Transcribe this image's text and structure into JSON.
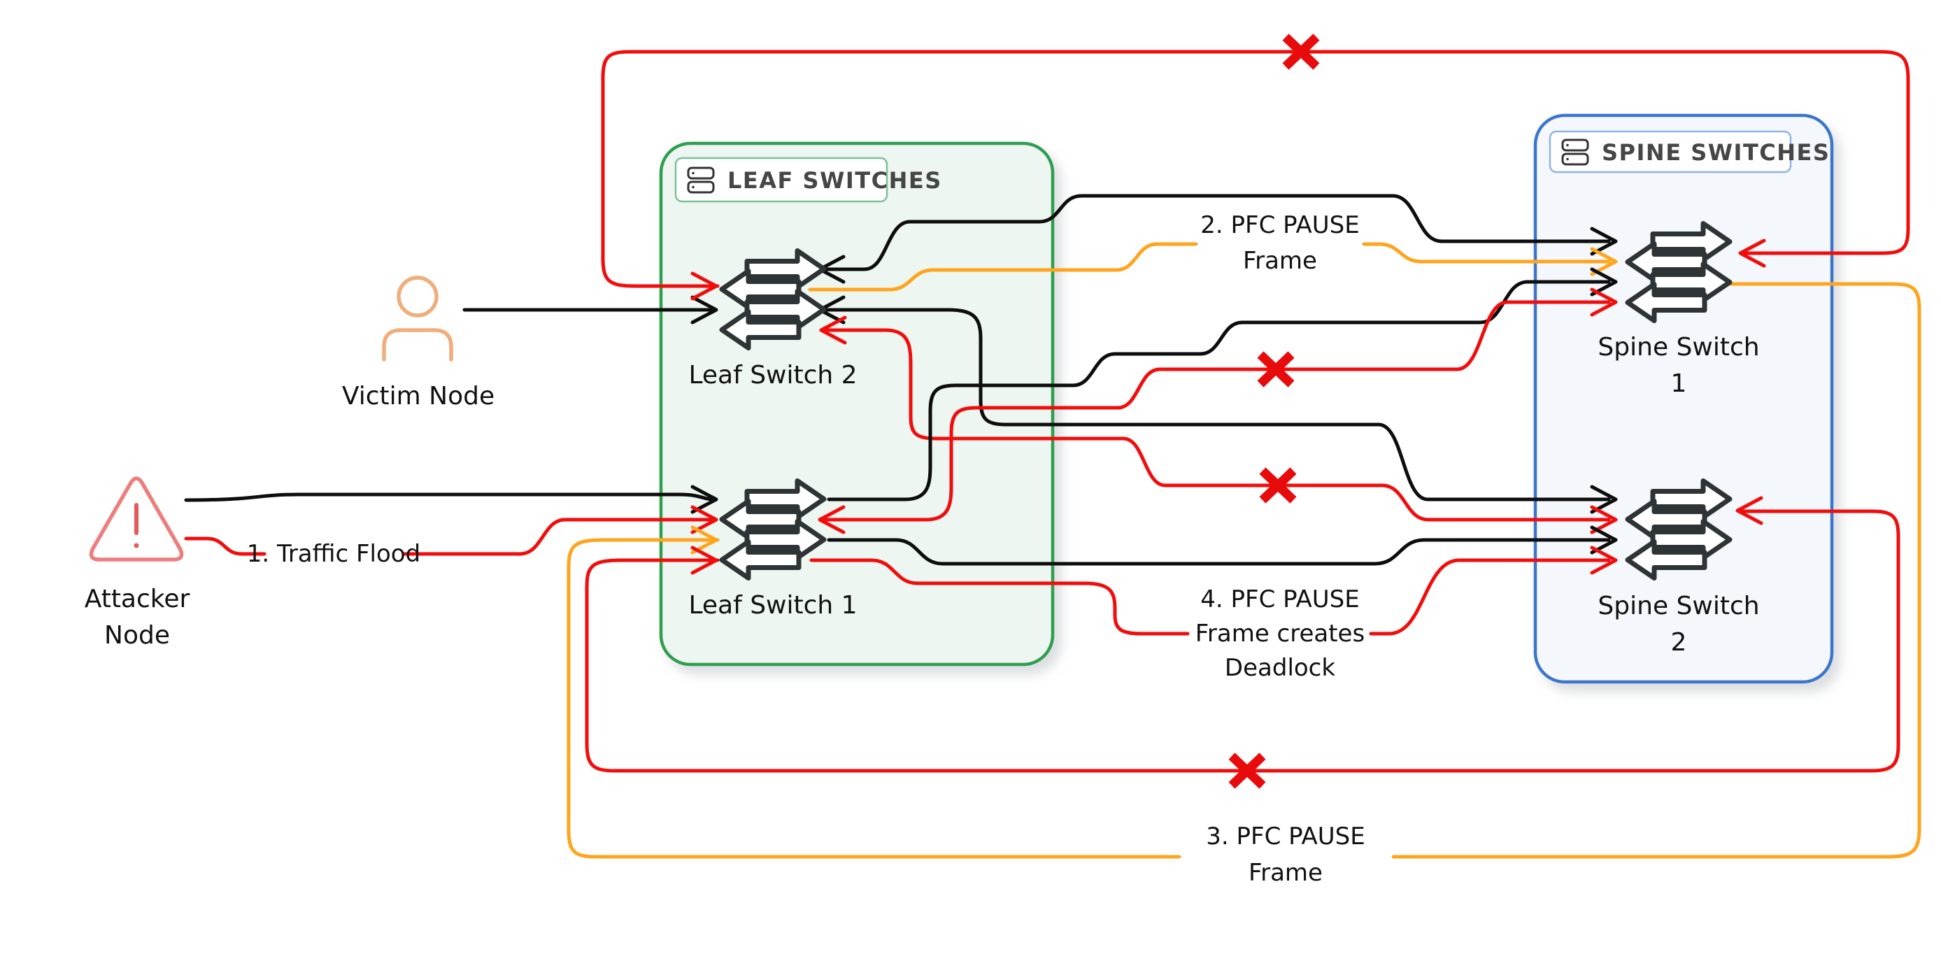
{
  "diagram_type": "network-topology",
  "nodes": {
    "attacker": {
      "icon": "warning-triangle-icon",
      "label_line1": "Attacker",
      "label_line2": "Node"
    },
    "victim": {
      "icon": "person-icon",
      "label": "Victim Node"
    }
  },
  "groups": {
    "leaf": {
      "header": "LEAF SWITCHES",
      "icon": "server-stack-icon",
      "switch2": {
        "label": "Leaf Switch 2"
      },
      "switch1": {
        "label": "Leaf Switch 1"
      }
    },
    "spine": {
      "header": "SPINE SWITCHES",
      "icon": "server-stack-icon",
      "switch1": {
        "label_line1": "Spine Switch",
        "label_line2": "1"
      },
      "switch2": {
        "label_line1": "Spine Switch",
        "label_line2": "2"
      }
    }
  },
  "edge_labels": {
    "traffic_flood": "1. Traffic Flood",
    "pfc2": {
      "line1": "2. PFC PAUSE",
      "line2": "Frame"
    },
    "pfc3": {
      "line1": "3. PFC PAUSE",
      "line2": "Frame"
    },
    "pfc4": {
      "line1": "4. PFC PAUSE",
      "line2": "Frame creates",
      "line3": "Deadlock"
    }
  },
  "blocked_marks_count": 4,
  "colors": {
    "line_black": "#0d0d0d",
    "line_red": "#f20d0d",
    "line_orange": "#ffa41c",
    "blocked_x": "#e80b0b",
    "leaf_border": "#2f9e4f",
    "leaf_fill": "#edf6f0",
    "leaf_chip_border": "#7cc09a",
    "spine_border": "#3b76cc",
    "spine_fill": "#f4f7fb",
    "spine_chip_border": "#8fb3e6",
    "attacker_icon": "#ee7d7d",
    "victim_icon": "#efae7c",
    "switch_icon_stroke": "#2e3436",
    "label_text": "#111111",
    "chip_text": "#464646"
  }
}
